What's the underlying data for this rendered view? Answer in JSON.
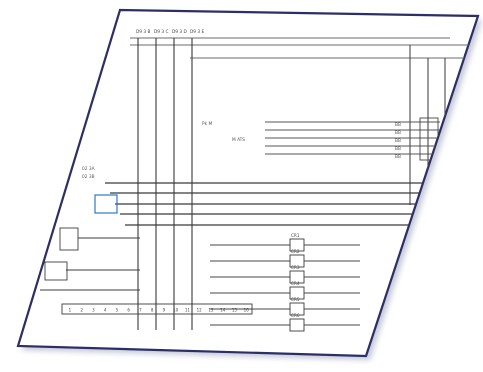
{
  "figure": {
    "kind": "schematic-wiring-sheet",
    "sheet_shape": "parallelogram",
    "colors": {
      "sheet_fill": "#ffffff",
      "sheet_edge": "#2b2f66",
      "sheet_shadow": "#5a5f8f",
      "line_dark": "#2b2b2b",
      "line_mid": "#6b6b6b",
      "line_light": "#a7a7a7",
      "accent_blue": "#2f78c9",
      "accent_teal": "#2b8f84"
    }
  },
  "labels": {
    "top_bus": [
      "D9 3 B",
      "D9 3 C",
      "D9 3 D",
      "D9 3 E"
    ],
    "mid_left": [
      "02 3A",
      "02 3B",
      "Pk M",
      "M ATS"
    ],
    "right_block": [
      "BB",
      "BB",
      "BB",
      "BB",
      "BB"
    ],
    "relay_tags": [
      "CR1",
      "CR2",
      "CR3",
      "CR4",
      "CR5",
      "CR6"
    ],
    "bottom_terminals": [
      "1",
      "2",
      "3",
      "4",
      "5",
      "6",
      "7",
      "8",
      "9",
      "10",
      "11",
      "12",
      "13",
      "14",
      "15",
      "16"
    ]
  }
}
